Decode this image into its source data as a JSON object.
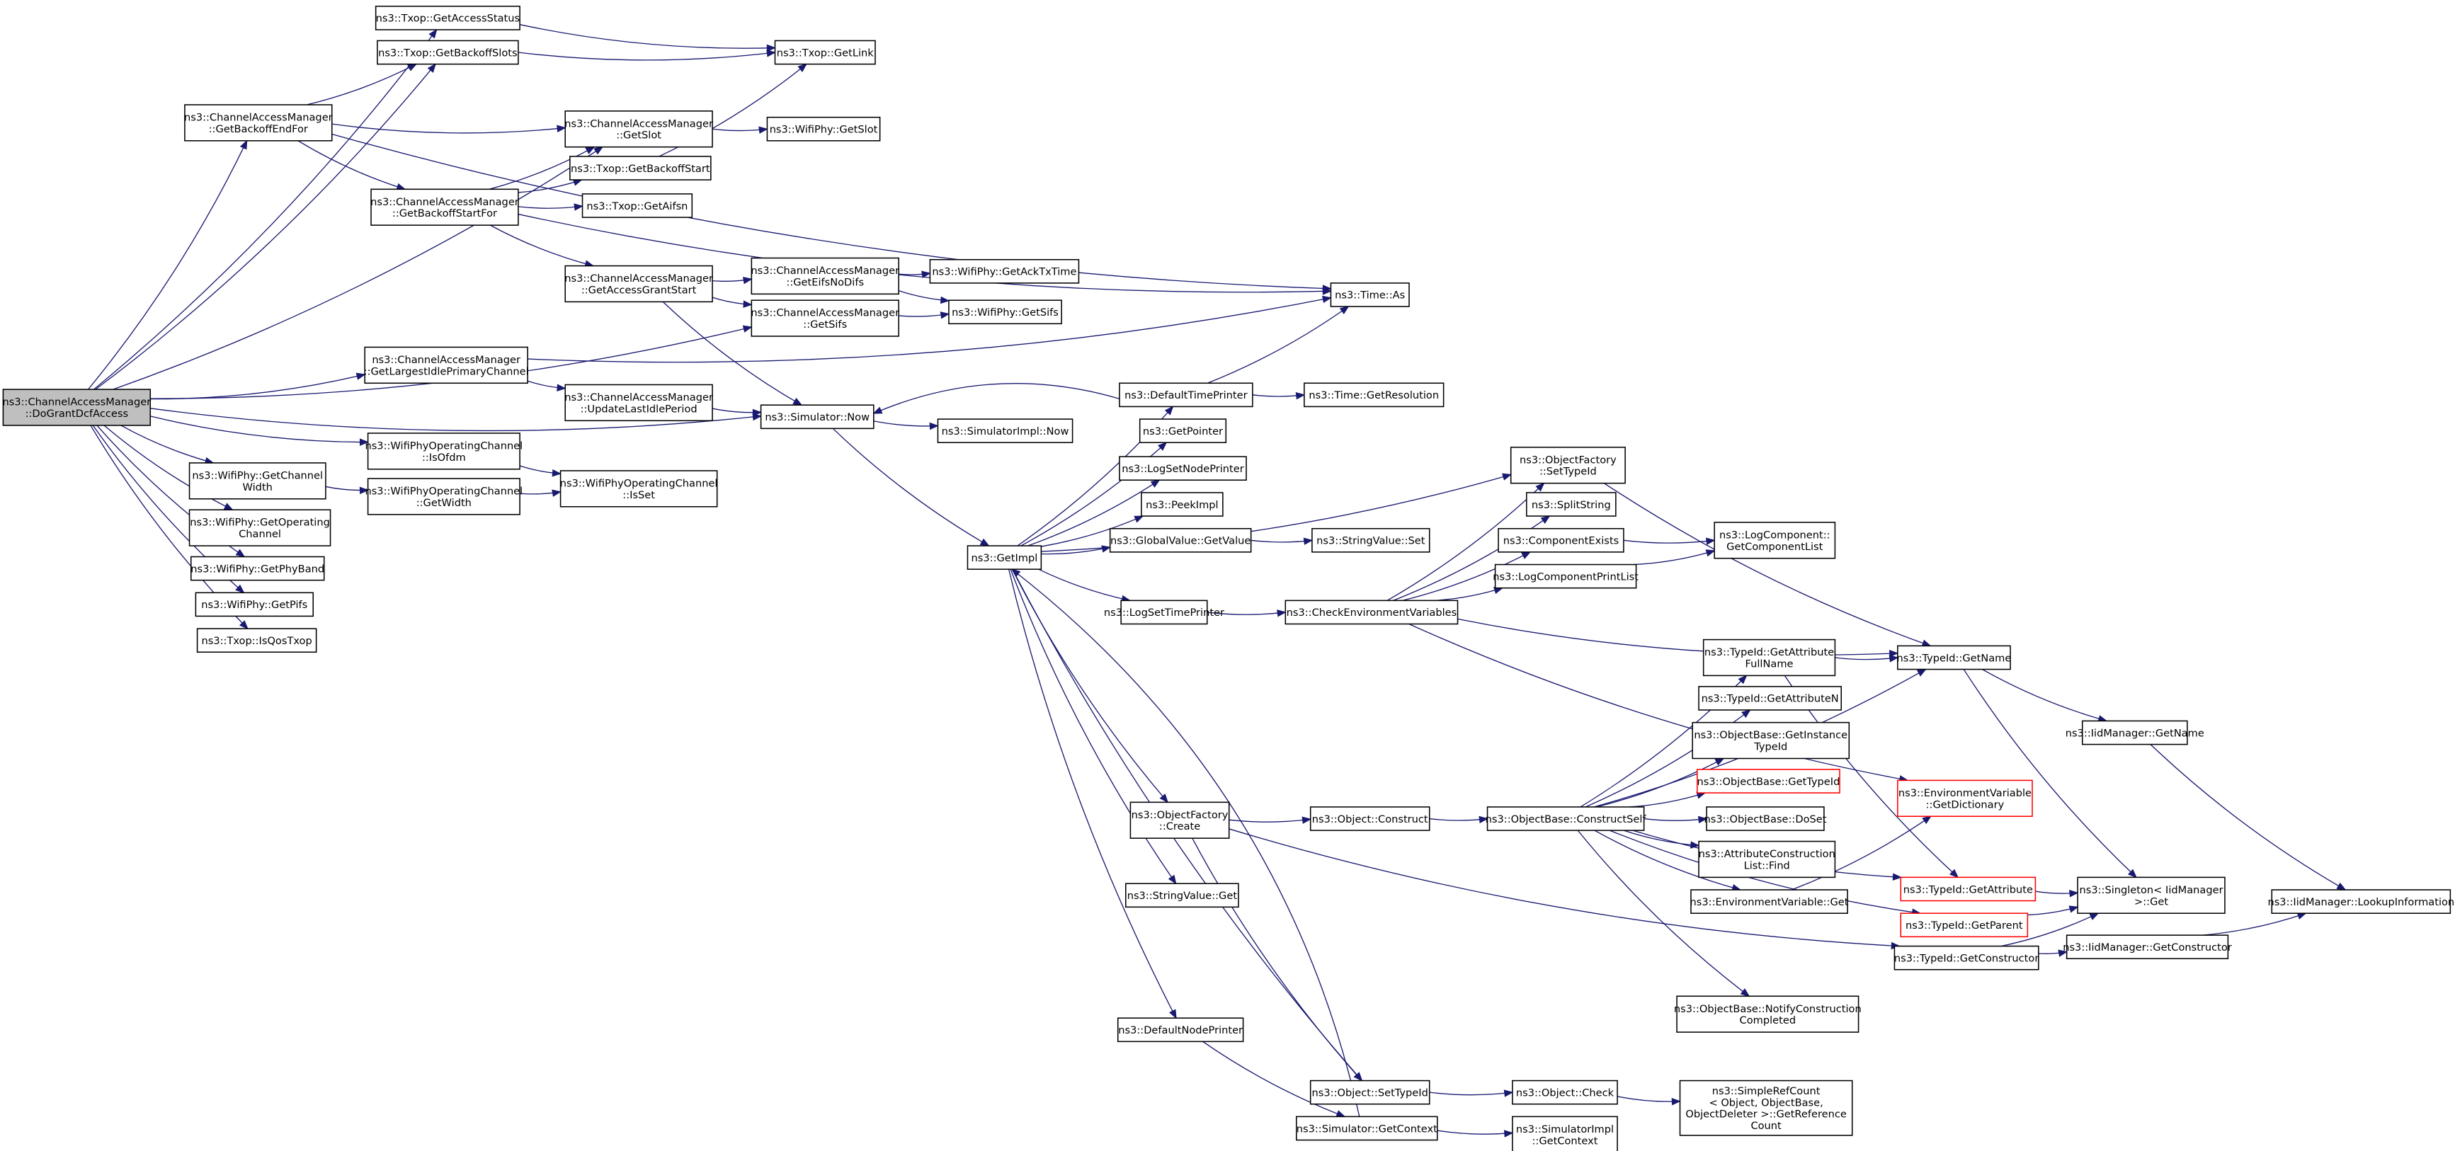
{
  "diagram": {
    "type": "call-graph",
    "colors": {
      "edge": "#191970",
      "node_border": "#000000",
      "node_fill": "#ffffff",
      "root_fill": "#bfbfbf",
      "undocumented_border": "#ff0000"
    },
    "nodes": [
      {
        "id": "root",
        "lines": [
          "ns3::ChannelAccessManager",
          "::DoGrantDcfAccess"
        ],
        "style": "root"
      },
      {
        "id": "getAccessStatus",
        "lines": [
          "ns3::Txop::GetAccessStatus"
        ]
      },
      {
        "id": "getBackoffSlots",
        "lines": [
          "ns3::Txop::GetBackoffSlots"
        ]
      },
      {
        "id": "getLink",
        "lines": [
          "ns3::Txop::GetLink"
        ]
      },
      {
        "id": "getBackoffEndFor",
        "lines": [
          "ns3::ChannelAccessManager",
          "::GetBackoffEndFor"
        ]
      },
      {
        "id": "camGetSlot",
        "lines": [
          "ns3::ChannelAccessManager",
          "::GetSlot"
        ]
      },
      {
        "id": "phyGetSlot",
        "lines": [
          "ns3::WifiPhy::GetSlot"
        ]
      },
      {
        "id": "getBackoffStart",
        "lines": [
          "ns3::Txop::GetBackoffStart"
        ]
      },
      {
        "id": "getBackoffStartFor",
        "lines": [
          "ns3::ChannelAccessManager",
          "::GetBackoffStartFor"
        ]
      },
      {
        "id": "getAifsn",
        "lines": [
          "ns3::Txop::GetAifsn"
        ]
      },
      {
        "id": "getAccessGrantStart",
        "lines": [
          "ns3::ChannelAccessManager",
          "::GetAccessGrantStart"
        ]
      },
      {
        "id": "getEifsNoDifs",
        "lines": [
          "ns3::ChannelAccessManager",
          "::GetEifsNoDifs"
        ]
      },
      {
        "id": "getAckTxTime",
        "lines": [
          "ns3::WifiPhy::GetAckTxTime"
        ]
      },
      {
        "id": "camGetSifs",
        "lines": [
          "ns3::ChannelAccessManager",
          "::GetSifs"
        ]
      },
      {
        "id": "phyGetSifs",
        "lines": [
          "ns3::WifiPhy::GetSifs"
        ]
      },
      {
        "id": "timeAs",
        "lines": [
          "ns3::Time::As"
        ]
      },
      {
        "id": "getLargestIdle",
        "lines": [
          "ns3::ChannelAccessManager",
          "::GetLargestIdlePrimaryChannel"
        ]
      },
      {
        "id": "updateLastIdle",
        "lines": [
          "ns3::ChannelAccessManager",
          "::UpdateLastIdlePeriod"
        ]
      },
      {
        "id": "simNow",
        "lines": [
          "ns3::Simulator::Now"
        ]
      },
      {
        "id": "simImplNow",
        "lines": [
          "ns3::SimulatorImpl::Now"
        ]
      },
      {
        "id": "defaultTimePrinter",
        "lines": [
          "ns3::DefaultTimePrinter"
        ]
      },
      {
        "id": "getResolution",
        "lines": [
          "ns3::Time::GetResolution"
        ]
      },
      {
        "id": "isOfdm",
        "lines": [
          "ns3::WifiPhyOperatingChannel",
          "::IsOfdm"
        ]
      },
      {
        "id": "getChannelWidth",
        "lines": [
          "ns3::WifiPhy::GetChannel",
          "Width"
        ]
      },
      {
        "id": "opGetWidth",
        "lines": [
          "ns3::WifiPhyOperatingChannel",
          "::GetWidth"
        ]
      },
      {
        "id": "isSet",
        "lines": [
          "ns3::WifiPhyOperatingChannel",
          "::IsSet"
        ]
      },
      {
        "id": "getOperatingChannel",
        "lines": [
          "ns3::WifiPhy::GetOperating",
          "Channel"
        ]
      },
      {
        "id": "getPhyBand",
        "lines": [
          "ns3::WifiPhy::GetPhyBand"
        ]
      },
      {
        "id": "getPifs",
        "lines": [
          "ns3::WifiPhy::GetPifs"
        ]
      },
      {
        "id": "isQosTxop",
        "lines": [
          "ns3::Txop::IsQosTxop"
        ]
      },
      {
        "id": "getImpl",
        "lines": [
          "ns3::GetImpl"
        ]
      },
      {
        "id": "getPointer",
        "lines": [
          "ns3::GetPointer"
        ]
      },
      {
        "id": "logSetNodePrinter",
        "lines": [
          "ns3::LogSetNodePrinter"
        ]
      },
      {
        "id": "peekImpl",
        "lines": [
          "ns3::PeekImpl"
        ]
      },
      {
        "id": "globalGetValue",
        "lines": [
          "ns3::GlobalValue::GetValue"
        ]
      },
      {
        "id": "stringValueSet",
        "lines": [
          "ns3::StringValue::Set"
        ]
      },
      {
        "id": "logSetTimePrinter",
        "lines": [
          "ns3::LogSetTimePrinter"
        ]
      },
      {
        "id": "checkEnv",
        "lines": [
          "ns3::CheckEnvironmentVariables"
        ]
      },
      {
        "id": "ofSetTypeId",
        "lines": [
          "ns3::ObjectFactory",
          "::SetTypeId"
        ]
      },
      {
        "id": "splitString",
        "lines": [
          "ns3::SplitString"
        ]
      },
      {
        "id": "componentExists",
        "lines": [
          "ns3::ComponentExists"
        ]
      },
      {
        "id": "logComponentPrintList",
        "lines": [
          "ns3::LogComponentPrintList"
        ]
      },
      {
        "id": "getComponentList",
        "lines": [
          "ns3::LogComponent::",
          "GetComponentList"
        ]
      },
      {
        "id": "typeIdGetName",
        "lines": [
          "ns3::TypeId::GetName"
        ]
      },
      {
        "id": "getAttributeFullName",
        "lines": [
          "ns3::TypeId::GetAttribute",
          "FullName"
        ]
      },
      {
        "id": "getAttributeN",
        "lines": [
          "ns3::TypeId::GetAttributeN"
        ]
      },
      {
        "id": "getInstanceTypeId",
        "lines": [
          "ns3::ObjectBase::GetInstance",
          "TypeId"
        ]
      },
      {
        "id": "obGetTypeId",
        "lines": [
          "ns3::ObjectBase::GetTypeId"
        ],
        "style": "missing"
      },
      {
        "id": "iidGetName",
        "lines": [
          "ns3::IidManager::GetName"
        ]
      },
      {
        "id": "envGetDictionary",
        "lines": [
          "ns3::EnvironmentVariable",
          "::GetDictionary"
        ],
        "style": "missing"
      },
      {
        "id": "ofCreate",
        "lines": [
          "ns3::ObjectFactory",
          "::Create"
        ]
      },
      {
        "id": "objConstruct",
        "lines": [
          "ns3::Object::Construct"
        ]
      },
      {
        "id": "constructSelf",
        "lines": [
          "ns3::ObjectBase::ConstructSelf"
        ]
      },
      {
        "id": "doSet",
        "lines": [
          "ns3::ObjectBase::DoSet"
        ]
      },
      {
        "id": "attrConstructionFind",
        "lines": [
          "ns3::AttributeConstruction",
          "List::Find"
        ]
      },
      {
        "id": "envGet",
        "lines": [
          "ns3::EnvironmentVariable::Get"
        ]
      },
      {
        "id": "typeIdGetAttribute",
        "lines": [
          "ns3::TypeId::GetAttribute"
        ],
        "style": "missing"
      },
      {
        "id": "typeIdGetParent",
        "lines": [
          "ns3::TypeId::GetParent"
        ],
        "style": "missing"
      },
      {
        "id": "singletonGet",
        "lines": [
          "ns3::Singleton< IidManager",
          ">::Get"
        ]
      },
      {
        "id": "typeIdGetConstructor",
        "lines": [
          "ns3::TypeId::GetConstructor"
        ]
      },
      {
        "id": "iidGetConstructor",
        "lines": [
          "ns3::IidManager::GetConstructor"
        ]
      },
      {
        "id": "lookupInformation",
        "lines": [
          "ns3::IidManager::LookupInformation"
        ]
      },
      {
        "id": "stringValueGet",
        "lines": [
          "ns3::StringValue::Get"
        ]
      },
      {
        "id": "notifyConstruction",
        "lines": [
          "ns3::ObjectBase::NotifyConstruction",
          "Completed"
        ]
      },
      {
        "id": "defaultNodePrinter",
        "lines": [
          "ns3::DefaultNodePrinter"
        ]
      },
      {
        "id": "objSetTypeId",
        "lines": [
          "ns3::Object::SetTypeId"
        ]
      },
      {
        "id": "objCheck",
        "lines": [
          "ns3::Object::Check"
        ]
      },
      {
        "id": "simpleRefCount",
        "lines": [
          "ns3::SimpleRefCount",
          "< Object, ObjectBase,",
          "ObjectDeleter >::GetReference",
          "Count"
        ]
      },
      {
        "id": "simGetContext",
        "lines": [
          "ns3::Simulator::GetContext"
        ]
      },
      {
        "id": "simImplGetContext",
        "lines": [
          "ns3::SimulatorImpl",
          "::GetContext"
        ]
      }
    ],
    "edges": [
      [
        "root",
        "getAccessStatus"
      ],
      [
        "root",
        "getBackoffSlots"
      ],
      [
        "root",
        "getBackoffEndFor"
      ],
      [
        "root",
        "camGetSlot"
      ],
      [
        "root",
        "camGetSifs"
      ],
      [
        "root",
        "getLargestIdle"
      ],
      [
        "root",
        "simNow"
      ],
      [
        "root",
        "isOfdm"
      ],
      [
        "root",
        "getChannelWidth"
      ],
      [
        "root",
        "getOperatingChannel"
      ],
      [
        "root",
        "getPhyBand"
      ],
      [
        "root",
        "getPifs"
      ],
      [
        "root",
        "isQosTxop"
      ],
      [
        "getAccessStatus",
        "getLink"
      ],
      [
        "getBackoffSlots",
        "getLink"
      ],
      [
        "getBackoffEndFor",
        "getBackoffSlots"
      ],
      [
        "getBackoffEndFor",
        "camGetSlot"
      ],
      [
        "getBackoffEndFor",
        "getBackoffStartFor"
      ],
      [
        "getBackoffEndFor",
        "timeAs"
      ],
      [
        "camGetSlot",
        "phyGetSlot"
      ],
      [
        "getBackoffStart",
        "getLink"
      ],
      [
        "getBackoffStartFor",
        "camGetSlot"
      ],
      [
        "getBackoffStartFor",
        "getBackoffStart"
      ],
      [
        "getBackoffStartFor",
        "getAifsn"
      ],
      [
        "getBackoffStartFor",
        "getAccessGrantStart"
      ],
      [
        "getBackoffStartFor",
        "timeAs"
      ],
      [
        "getAccessGrantStart",
        "getEifsNoDifs"
      ],
      [
        "getAccessGrantStart",
        "camGetSifs"
      ],
      [
        "getAccessGrantStart",
        "simNow"
      ],
      [
        "getEifsNoDifs",
        "getAckTxTime"
      ],
      [
        "getEifsNoDifs",
        "phyGetSifs"
      ],
      [
        "camGetSifs",
        "phyGetSifs"
      ],
      [
        "getLargestIdle",
        "updateLastIdle"
      ],
      [
        "getLargestIdle",
        "timeAs"
      ],
      [
        "updateLastIdle",
        "simNow"
      ],
      [
        "simNow",
        "simImplNow"
      ],
      [
        "simNow",
        "getImpl"
      ],
      [
        "defaultTimePrinter",
        "simNow"
      ],
      [
        "defaultTimePrinter",
        "timeAs"
      ],
      [
        "defaultTimePrinter",
        "getResolution"
      ],
      [
        "isOfdm",
        "isSet"
      ],
      [
        "getChannelWidth",
        "opGetWidth"
      ],
      [
        "opGetWidth",
        "isSet"
      ],
      [
        "getImpl",
        "defaultTimePrinter"
      ],
      [
        "getImpl",
        "getPointer"
      ],
      [
        "getImpl",
        "logSetNodePrinter"
      ],
      [
        "getImpl",
        "peekImpl"
      ],
      [
        "getImpl",
        "globalGetValue"
      ],
      [
        "getImpl",
        "logSetTimePrinter"
      ],
      [
        "getImpl",
        "ofSetTypeId"
      ],
      [
        "getImpl",
        "ofCreate"
      ],
      [
        "getImpl",
        "stringValueGet"
      ],
      [
        "getImpl",
        "defaultNodePrinter"
      ],
      [
        "getImpl",
        "objSetTypeId"
      ],
      [
        "globalGetValue",
        "stringValueSet"
      ],
      [
        "logSetTimePrinter",
        "checkEnv"
      ],
      [
        "checkEnv",
        "ofSetTypeId"
      ],
      [
        "checkEnv",
        "splitString"
      ],
      [
        "checkEnv",
        "componentExists"
      ],
      [
        "checkEnv",
        "logComponentPrintList"
      ],
      [
        "checkEnv",
        "typeIdGetName"
      ],
      [
        "checkEnv",
        "envGetDictionary"
      ],
      [
        "componentExists",
        "getComponentList"
      ],
      [
        "logComponentPrintList",
        "getComponentList"
      ],
      [
        "ofSetTypeId",
        "typeIdGetName"
      ],
      [
        "getAttributeFullName",
        "typeIdGetName"
      ],
      [
        "getAttributeFullName",
        "typeIdGetAttribute"
      ],
      [
        "typeIdGetName",
        "iidGetName"
      ],
      [
        "typeIdGetName",
        "singletonGet"
      ],
      [
        "iidGetName",
        "lookupInformation"
      ],
      [
        "ofCreate",
        "objConstruct"
      ],
      [
        "ofCreate",
        "typeIdGetConstructor"
      ],
      [
        "ofCreate",
        "objSetTypeId"
      ],
      [
        "objConstruct",
        "constructSelf"
      ],
      [
        "constructSelf",
        "typeIdGetName"
      ],
      [
        "constructSelf",
        "getAttributeFullName"
      ],
      [
        "constructSelf",
        "getAttributeN"
      ],
      [
        "constructSelf",
        "getInstanceTypeId"
      ],
      [
        "constructSelf",
        "obGetTypeId"
      ],
      [
        "constructSelf",
        "doSet"
      ],
      [
        "constructSelf",
        "attrConstructionFind"
      ],
      [
        "constructSelf",
        "envGet"
      ],
      [
        "constructSelf",
        "typeIdGetAttribute"
      ],
      [
        "constructSelf",
        "typeIdGetParent"
      ],
      [
        "constructSelf",
        "notifyConstruction"
      ],
      [
        "envGet",
        "envGetDictionary"
      ],
      [
        "typeIdGetAttribute",
        "singletonGet"
      ],
      [
        "typeIdGetParent",
        "singletonGet"
      ],
      [
        "typeIdGetConstructor",
        "singletonGet"
      ],
      [
        "typeIdGetConstructor",
        "iidGetConstructor"
      ],
      [
        "iidGetConstructor",
        "lookupInformation"
      ],
      [
        "defaultNodePrinter",
        "simGetContext"
      ],
      [
        "objSetTypeId",
        "objCheck"
      ],
      [
        "objCheck",
        "simpleRefCount"
      ],
      [
        "simGetContext",
        "simImplGetContext"
      ],
      [
        "simGetContext",
        "getImpl"
      ]
    ]
  }
}
